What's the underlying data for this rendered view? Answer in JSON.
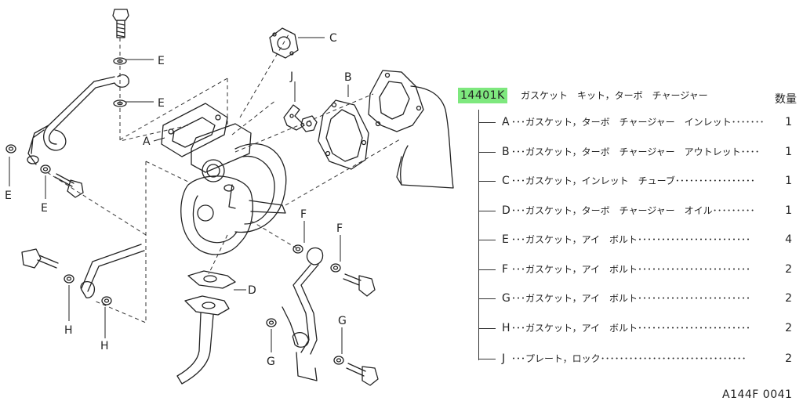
{
  "kit": {
    "code": "14401K",
    "title": "ガスケット　キット，ターボ　チャージャー",
    "qty_header": "数量"
  },
  "parts": [
    {
      "letter": "A",
      "name": "･･･ガスケット，ターボ　チャージャー　インレット･･･････",
      "qty": "1"
    },
    {
      "letter": "B",
      "name": "･･･ガスケット，ターボ　チャージャー　アウトレット････",
      "qty": "1"
    },
    {
      "letter": "C",
      "name": "･･･ガスケット，インレット　チューブ･････････････････",
      "qty": "1"
    },
    {
      "letter": "D",
      "name": "･･･ガスケット，ターボ　チャージャー　オイル･････････",
      "qty": "1"
    },
    {
      "letter": "E",
      "name": "･･･ガスケット，アイ　ボルト････････････････････････",
      "qty": "4"
    },
    {
      "letter": "F",
      "name": "･･･ガスケット，アイ　ボルト････････････････････････",
      "qty": "2"
    },
    {
      "letter": "G",
      "name": "･･･ガスケット，アイ　ボルト････････････････････････",
      "qty": "2"
    },
    {
      "letter": "H",
      "name": "･･･ガスケット，アイ　ボルト････････････････････････",
      "qty": "2"
    },
    {
      "letter": "J",
      "name": "･･･プレート，ロック･･･････････････････････････････",
      "qty": "2"
    }
  ],
  "callouts": {
    "a": "A",
    "b": "B",
    "c": "C",
    "d": "D",
    "e1": "E",
    "e2": "E",
    "e3": "E",
    "e4": "E",
    "f1": "F",
    "f2": "F",
    "g1": "G",
    "g2": "G",
    "h1": "H",
    "h2": "H",
    "j": "J"
  },
  "figure_id": "A144F 0041"
}
